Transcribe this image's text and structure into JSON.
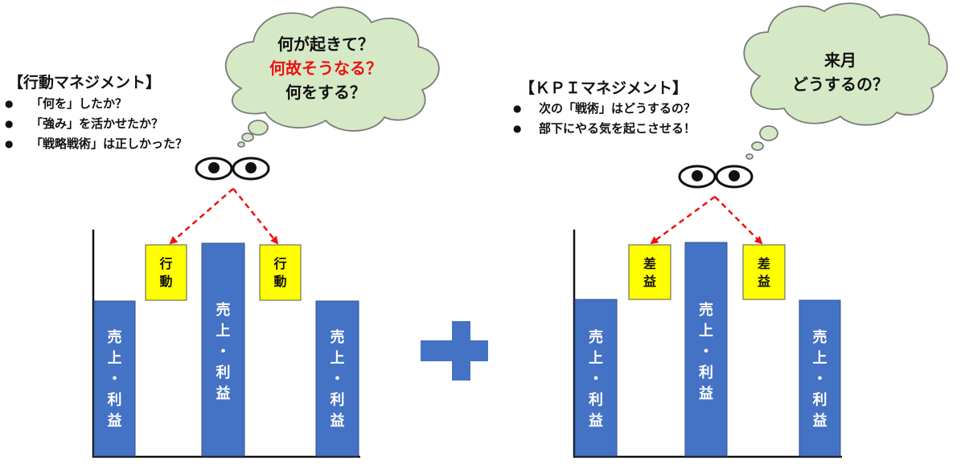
{
  "left_panel": {
    "title": "【行動マネジメント】",
    "bullets": [
      "「何を」したか？",
      "「強み」を活かせたか？",
      "「戦略戦術」は正しかった？"
    ],
    "bubble": {
      "line1": "何が起きて？",
      "line2": "何故そうなる？",
      "line3": "何をする？"
    },
    "eyes_icon": "eyes-icon",
    "bar_label": [
      "売",
      "上",
      "・",
      "利",
      "益"
    ],
    "box_label": [
      "行",
      "動"
    ]
  },
  "plus_icon": "plus-icon",
  "right_panel": {
    "title": "【ＫＰＩマネジメント】",
    "bullets": [
      "次の「戦術」はどうするの？",
      "部下にやる気を起こさせる！"
    ],
    "bubble": {
      "line1": "来月",
      "line2": "どうするの？"
    },
    "eyes_icon": "eyes-icon",
    "bar_label": [
      "売",
      "上",
      "・",
      "利",
      "益"
    ],
    "box_label": [
      "差",
      "益"
    ]
  },
  "colors": {
    "bar_blue": "#4472c4",
    "box_yellow": "#ffff00",
    "cloud_fill": "#d6e9c6",
    "arrow_red": "#ee1111",
    "highlight_red": "#ee1111"
  }
}
